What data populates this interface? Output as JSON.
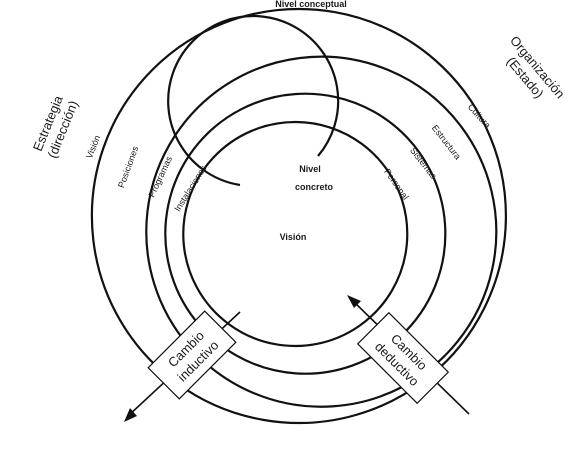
{
  "title": "Nivel conceptual",
  "center": {
    "nivel_concreto_line1": "Nivel",
    "nivel_concreto_line2": "concreto",
    "vision": "Visión"
  },
  "left_group": {
    "heading_line1": "Estrategia",
    "heading_line2": "(dirección)",
    "rings": [
      "Visión",
      "Posiciones",
      "Programas",
      "Instalaciones"
    ]
  },
  "right_group": {
    "heading_line1": "Organización",
    "heading_line2": "(Estado)",
    "rings": [
      "Cultura",
      "Estructura",
      "Sistemas",
      "Personal"
    ]
  },
  "boxes": {
    "inductive_line1": "Cambio",
    "inductive_line2": "inductivo",
    "deductive_line1": "Cambio",
    "deductive_line2": "deductivo"
  }
}
